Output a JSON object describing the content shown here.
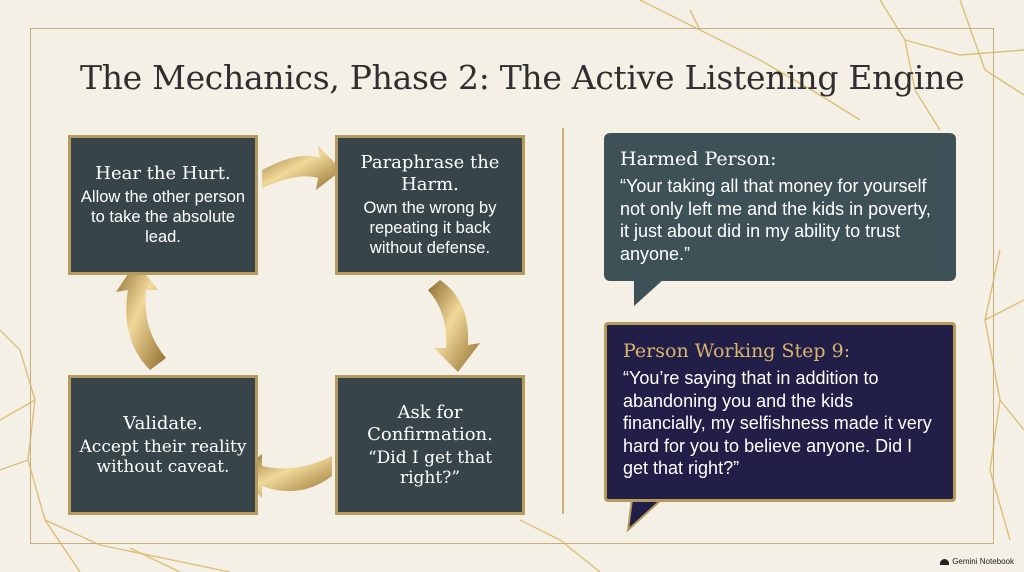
{
  "title": "The Mechanics, Phase 2: The Active Listening Engine",
  "cycle": [
    {
      "head": "Hear the Hurt.",
      "body": "Allow the other person to take the absolute lead."
    },
    {
      "head": "Paraphrase the Harm.",
      "body": "Own the wrong by repeating it back without defense."
    },
    {
      "head": "Ask for Confirmation.",
      "body": "“Did I get that right?”"
    },
    {
      "head": "Validate.",
      "body": "Accept their reality without caveat."
    }
  ],
  "harmed": {
    "speaker": "Harmed Person:",
    "quote": "“Your taking all that money for yourself not only left me and the kids in poverty, it just about did in my ability to trust anyone.”"
  },
  "step9": {
    "speaker": "Person Working Step 9:",
    "quote": "“You’re saying that in addition to abandoning you and the kids financially, my selfishness made it very hard for you to believe anyone. Did I get that right?”"
  },
  "brand": "Gemini Notebook",
  "colors": {
    "gold": "#b59a5e",
    "card": "#37454a",
    "bubble1": "#3d5156",
    "bubble2": "#211f48"
  }
}
